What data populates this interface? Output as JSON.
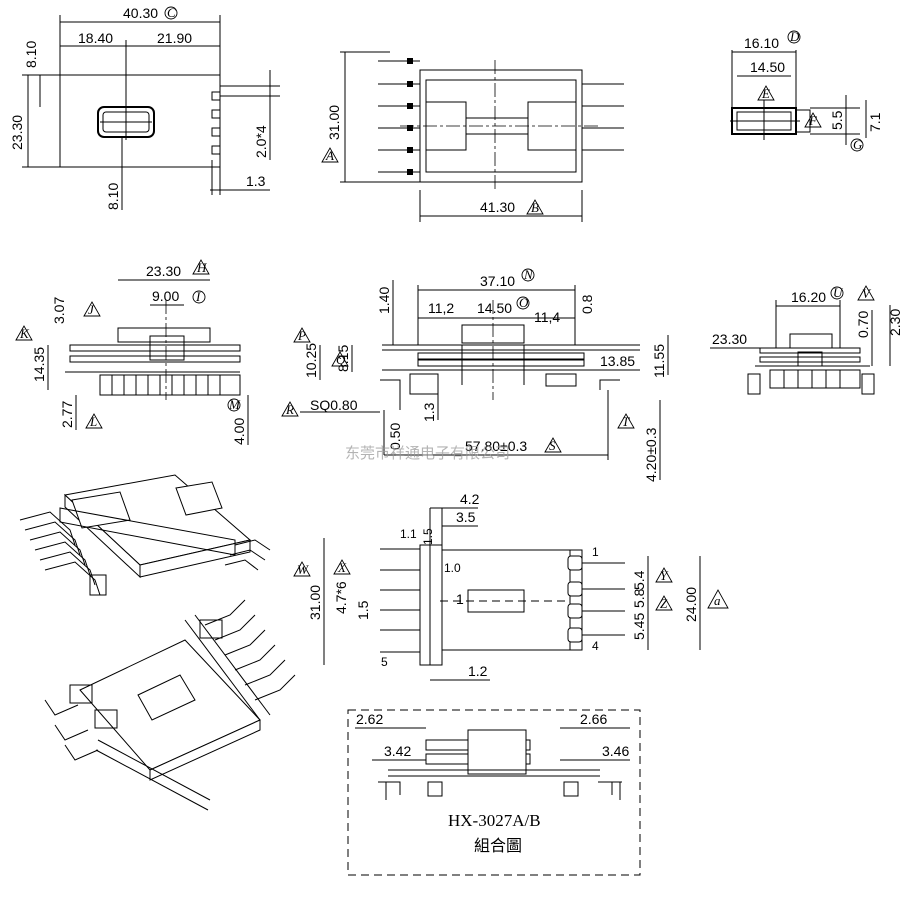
{
  "title_block": {
    "model": "HX-3027A/B",
    "caption": "組合圖"
  },
  "watermark": "东莞市祥通电子有限公司",
  "views": {
    "top": {
      "overall_width": "40.30",
      "left": "18.40",
      "right": "21.90",
      "height": "23.30",
      "top_off": "8.10",
      "bottom_off": "8.10",
      "pin_pitch": "2.0*4",
      "pin_thk": "1.3",
      "mark": "C"
    },
    "top_right": {
      "width": "31.00",
      "length": "41.30",
      "mark_w": "A",
      "mark_l": "B"
    },
    "end": {
      "outer": "16.10",
      "inner": "14.50",
      "h1": "5.5",
      "h2": "7.1",
      "mark_outer": "D",
      "mark_inner": "E",
      "mark_h1": "F",
      "mark_h2": "G"
    },
    "side_left": {
      "width": "23.30",
      "inner": "9.00",
      "h_top": "3.07",
      "h_total": "14.35",
      "h_low": "2.77",
      "h_pin": "4.00",
      "mark_w": "H",
      "mark_i": "I",
      "mark_t": "J",
      "mark_k": "K",
      "mark_l": "L",
      "mark_m": "M"
    },
    "front": {
      "width": "37.10",
      "a": "11,2",
      "b": "14.50",
      "c": "11,4",
      "t1": "1.40",
      "t2": "0.8",
      "h1": "10.25",
      "h2": "8.15",
      "h3": "11.55",
      "h4": "13.85",
      "sq": "SQ0.80",
      "d1": "1.3",
      "d2": "0.50",
      "span": "57.80±0.3",
      "pin_len": "4.20±0.3",
      "mark_n": "N",
      "mark_o": "O",
      "mark_p": "P",
      "mark_q": "Q",
      "mark_r": "R",
      "mark_s": "S",
      "mark_t": "T"
    },
    "side_right": {
      "width": "16.20",
      "total": "23.30",
      "h1": "0.70",
      "h2": "2.30",
      "mark_u": "U",
      "mark_v": "V"
    },
    "bottom": {
      "a": "4.2",
      "b": "3.5",
      "c": "1.1",
      "d": "1.5",
      "e": "1.0",
      "f": "31.00",
      "g": "4.7*6",
      "h": "1.5",
      "i": "1.2",
      "pitch1": "5.4",
      "pitch2": "5.45",
      "pitch3": "5.8",
      "span": "24.00",
      "pin1": "1",
      "pin4": "4",
      "pin5": "5",
      "mark_w": "W",
      "mark_x": "X",
      "mark_y": "Y",
      "mark_z": "Z",
      "mark_a": "a"
    },
    "assembly": {
      "l1": "2.62",
      "r1": "2.66",
      "l2": "3.42",
      "r2": "3.46"
    }
  }
}
